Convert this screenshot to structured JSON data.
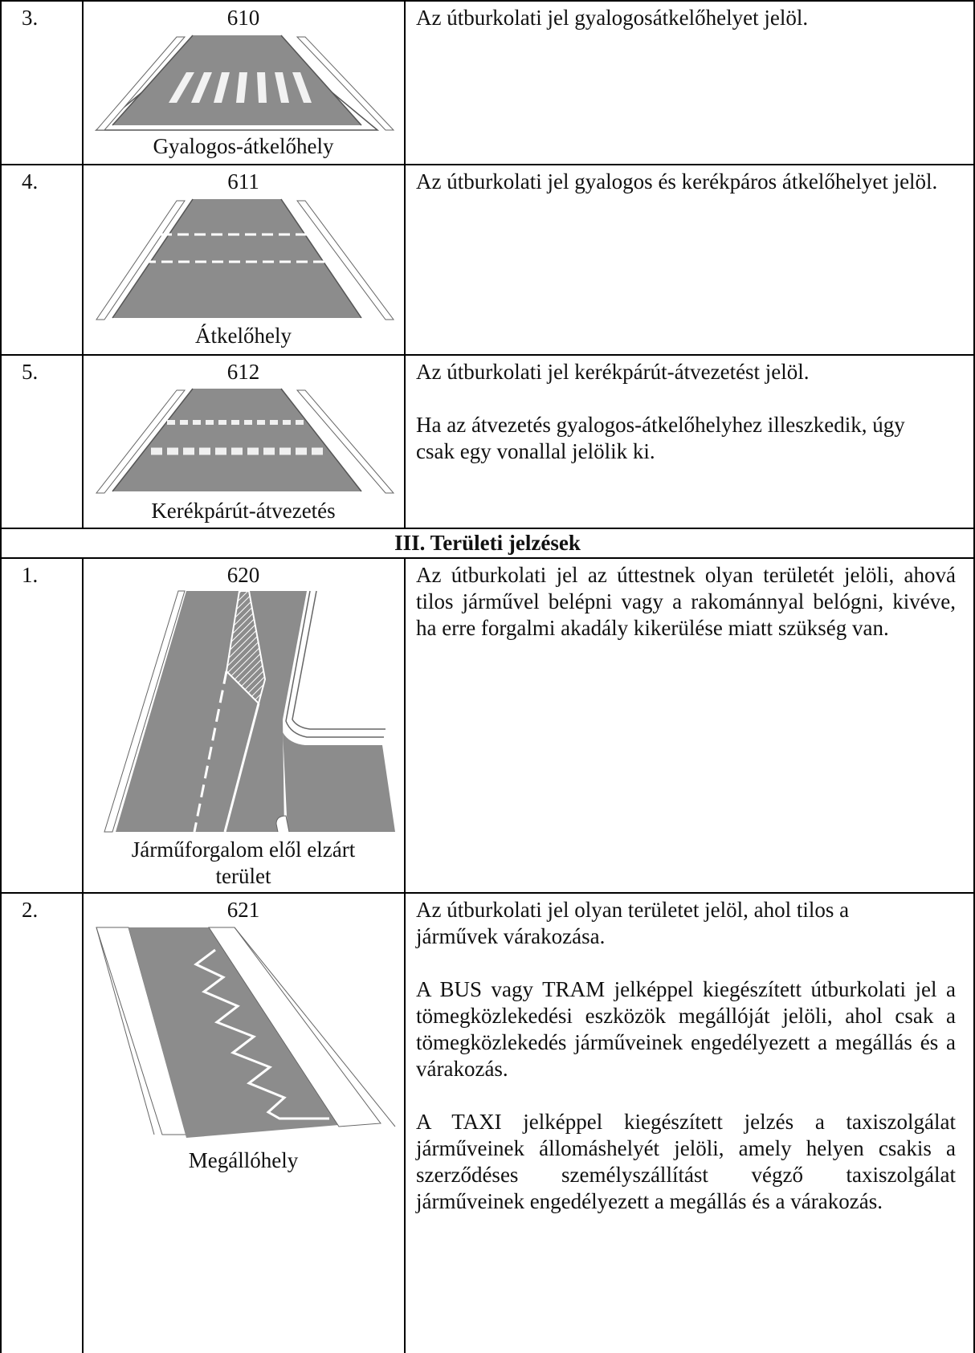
{
  "rows": [
    {
      "num": "3.",
      "code": "610",
      "caption": "Gyalogos-átkelőhely",
      "desc": [
        "Az útburkolati jel gyalogosátkelőhelyet jelöl."
      ]
    },
    {
      "num": "4.",
      "code": "611",
      "caption": "Átkelőhely",
      "desc": [
        "Az útburkolati jel gyalogos és kerékpáros átkelőhelyet jelöl."
      ]
    },
    {
      "num": "5.",
      "code": "612",
      "caption": "Kerékpárút-átvezetés",
      "desc": [
        "Az útburkolati jel kerékpárút-átvezetést jelöl.",
        "Ha az átvezetés gyalogos-átkelőhelyhez illeszkedik, úgy csak egy vonallal jelölik ki."
      ]
    }
  ],
  "section_title": "III. Területi jelzések",
  "rows2": [
    {
      "num": "1.",
      "code": "620",
      "caption_line1": "Járműforgalom elől elzárt",
      "caption_line2": "terület",
      "desc": [
        "Az útburkolati jel az úttestnek olyan területét jelöli, ahová tilos járművel belépni vagy a rakománnyal belógni, kivéve, ha erre forgalmi akadály kikerülése miatt szükség van."
      ]
    },
    {
      "num": "2.",
      "code": "621",
      "caption": "Megállóhely",
      "desc": [
        "Az útburkolati jel olyan területet jelöl, ahol tilos a járművek várakozása.",
        "A BUS vagy TRAM jelképpel kiegészített útburkolati jel a tömegközlekedési eszközök megállóját jelöli, ahol csak a tömegközlekedés járműveinek engedélyezett a megállás és a várakozás.",
        "A TAXI jelképpel kiegészített jelzés a taxiszolgálat járműveinek állomáshelyét jelöli, amely helyen csakis a szerződéses személyszállítást végző taxiszolgálat járműveinek engedélyezett a megállás és a várakozás."
      ]
    }
  ],
  "colors": {
    "road": "#8a8a8a",
    "marking": "#ffffff",
    "kerb": "#ffffff",
    "kerb_line": "#555555",
    "rule": "#000000"
  }
}
